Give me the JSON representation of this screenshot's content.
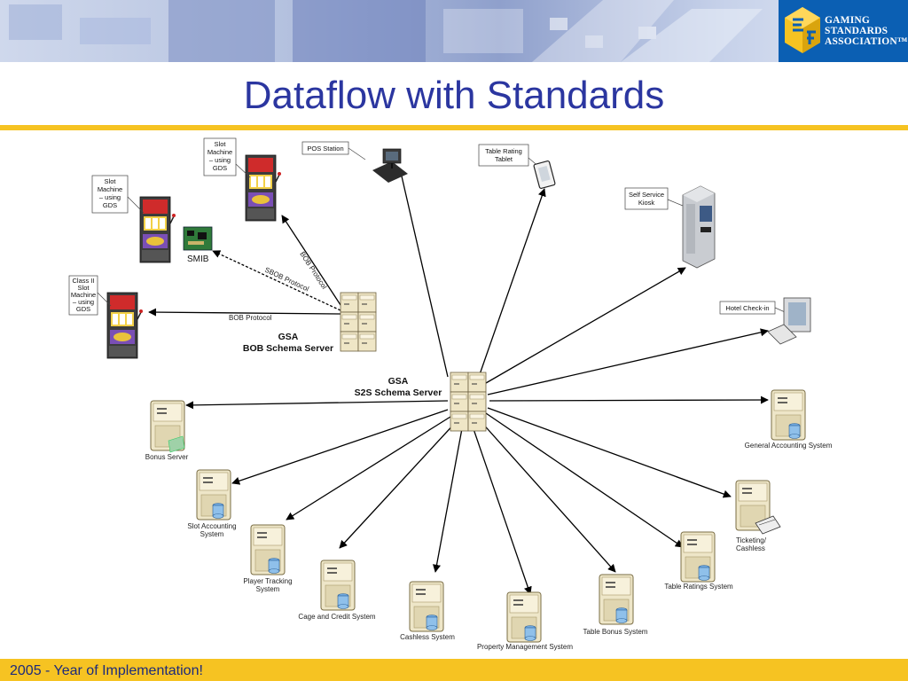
{
  "header": {
    "logo_lines": [
      "GAMING",
      "STANDARDS",
      "ASSOCIATION™"
    ]
  },
  "title": "Dataflow with Standards",
  "footer": "2005 - Year of Implementation!",
  "servers": {
    "bob": [
      "GSA",
      "BOB Schema Server"
    ],
    "s2s": [
      "GSA",
      "S2S Schema Server"
    ]
  },
  "protocols": {
    "bob_upper": "BOB Protocol",
    "sbob": "SBOB Protocol",
    "bob_left": "BOB Protocol"
  },
  "callouts": {
    "slot_gds_top": [
      "Slot",
      "Machine",
      "– using",
      "GDS"
    ],
    "slot_gds_left": [
      "Slot",
      "Machine",
      "– using",
      "GDS"
    ],
    "class2": [
      "Class II",
      "Slot",
      "Machine",
      "– using",
      "GDS"
    ],
    "pos": [
      "POS Station"
    ],
    "tablet": [
      "Table Rating",
      "Tablet"
    ],
    "kiosk": [
      "Self Service",
      "Kiosk"
    ],
    "hotel": [
      "Hotel Check-in"
    ]
  },
  "labels": {
    "smib": "SMIB",
    "bonus_server": "Bonus Server",
    "slot_accounting": [
      "Slot Accounting",
      "System"
    ],
    "player_tracking": [
      "Player Tracking",
      "System"
    ],
    "cage_credit": "Cage and Credit System",
    "cashless": "Cashless System",
    "property_mgmt": "Property Management System",
    "table_bonus": "Table Bonus System",
    "table_ratings": "Table Ratings System",
    "ticketing": [
      "Ticketing/",
      "Cashless"
    ],
    "general_accounting": "General Accounting System"
  },
  "colors": {
    "title": "#2b36a0",
    "accent": "#f6c322",
    "logo_bg": "#0b5fb3"
  }
}
